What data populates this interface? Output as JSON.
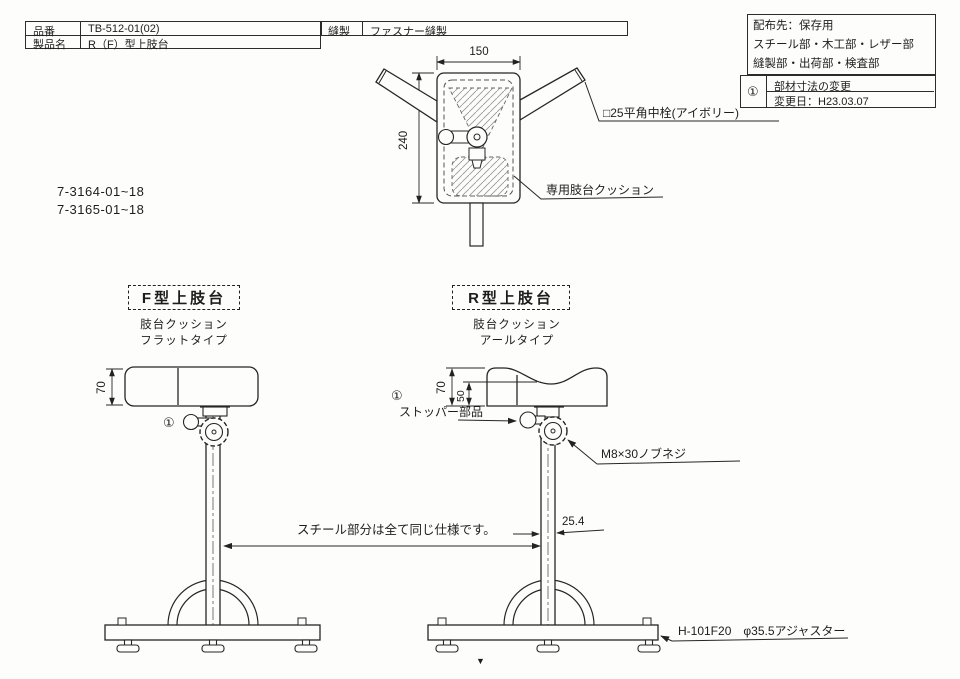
{
  "page": {
    "part_table": {
      "rows": [
        {
          "label": "品番",
          "value": "TB-512-01(02)"
        },
        {
          "label": "製品名",
          "value": "R（F）型上肢台"
        }
      ]
    },
    "sewing_table": {
      "label": "縫製",
      "value": "ファスナー縫製"
    },
    "distribution_box": {
      "line1": "配布先：保存用",
      "line2": "スチール部・木工部・レザー部",
      "line3": "縫製部・出荷部・検査部"
    },
    "revision_table": {
      "mark": "①",
      "title": "部材寸法の変更",
      "date": "変更日：H23.03.07"
    },
    "reference_numbers": [
      "7-3164-01~18",
      "7-3165-01~18"
    ],
    "top_view": {
      "dim_width": "150",
      "dim_height": "240",
      "plug_label": "□25平角中栓(アイボリー)",
      "cushion_label": "専用肢台クッション"
    },
    "f_view": {
      "title": "F型上肢台",
      "subtitle1": "肢台クッション",
      "subtitle2": "フラットタイプ",
      "dim_height": "70",
      "ref_mark": "①"
    },
    "r_view": {
      "title": "R型上肢台",
      "subtitle1": "肢台クッション",
      "subtitle2": "アールタイプ",
      "dim_height": "70",
      "dim_seat": "50",
      "ref_mark": "①",
      "stopper_label": "ストッパー部品",
      "knob_label": "M8×30ノブネジ",
      "pipe_dim": "25.4",
      "adjuster_label": "H-101F20　φ35.5アジャスター"
    },
    "steel_note": "スチール部分は全て同じ仕様です。",
    "print_mark": "▼"
  }
}
